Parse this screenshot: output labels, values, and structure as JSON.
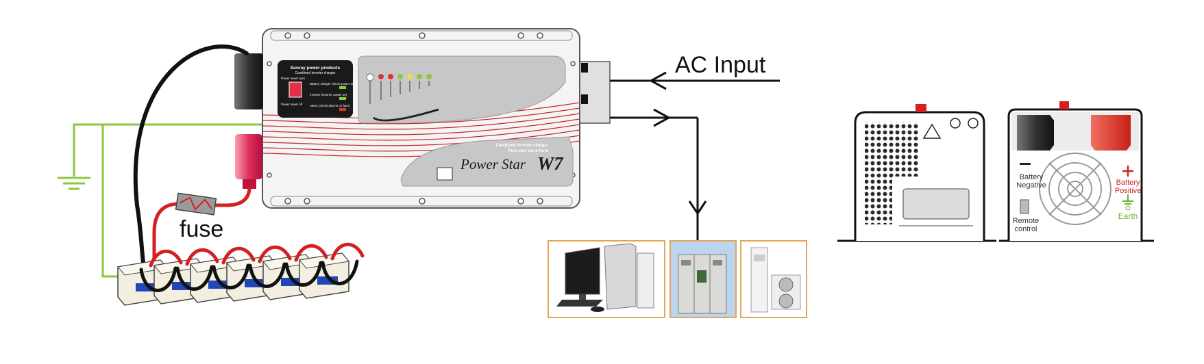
{
  "labels": {
    "ac_input": "AC Input",
    "fuse": "fuse",
    "battery_negative_1": "Battery",
    "battery_negative_2": "Negative",
    "battery_positive_1": "Battery",
    "battery_positive_2": "Positive",
    "remote_control_1": "Remote",
    "remote_control_2": "control",
    "earth": "Earth"
  },
  "inverter": {
    "brand_name": "Power Star",
    "model_mark": "W7",
    "subtitle_1": "Combined inverter charger",
    "subtitle_2": "Pure sine wave form",
    "panel_title_1": "Sunray power products",
    "panel_title_2": "Combined inverter charger",
    "panel_power_saver_auto": "Power saver auto",
    "panel_power_saver_off": "Power saver off",
    "panel_battery_charger": "Battery charger (shore power on)",
    "panel_inverter": "Inverter (inverter power on)",
    "panel_alarm": "Alarm (check alarms on face)"
  },
  "colors": {
    "ground_wire": "#8dc63f",
    "positive_wire": "#d42020",
    "negative_wire": "#111111",
    "inverter_body": "#f2f2f2",
    "panel_grey": "#c8c8c8",
    "positive_terminal": "#e03a2a",
    "load_frame": "#e6a35a"
  },
  "icons": [
    "ground-symbol-icon",
    "fuse-icon",
    "battery-icon",
    "computer-icon",
    "switchgear-cabinet-icon",
    "air-conditioner-icon",
    "fan-grille-icon"
  ]
}
